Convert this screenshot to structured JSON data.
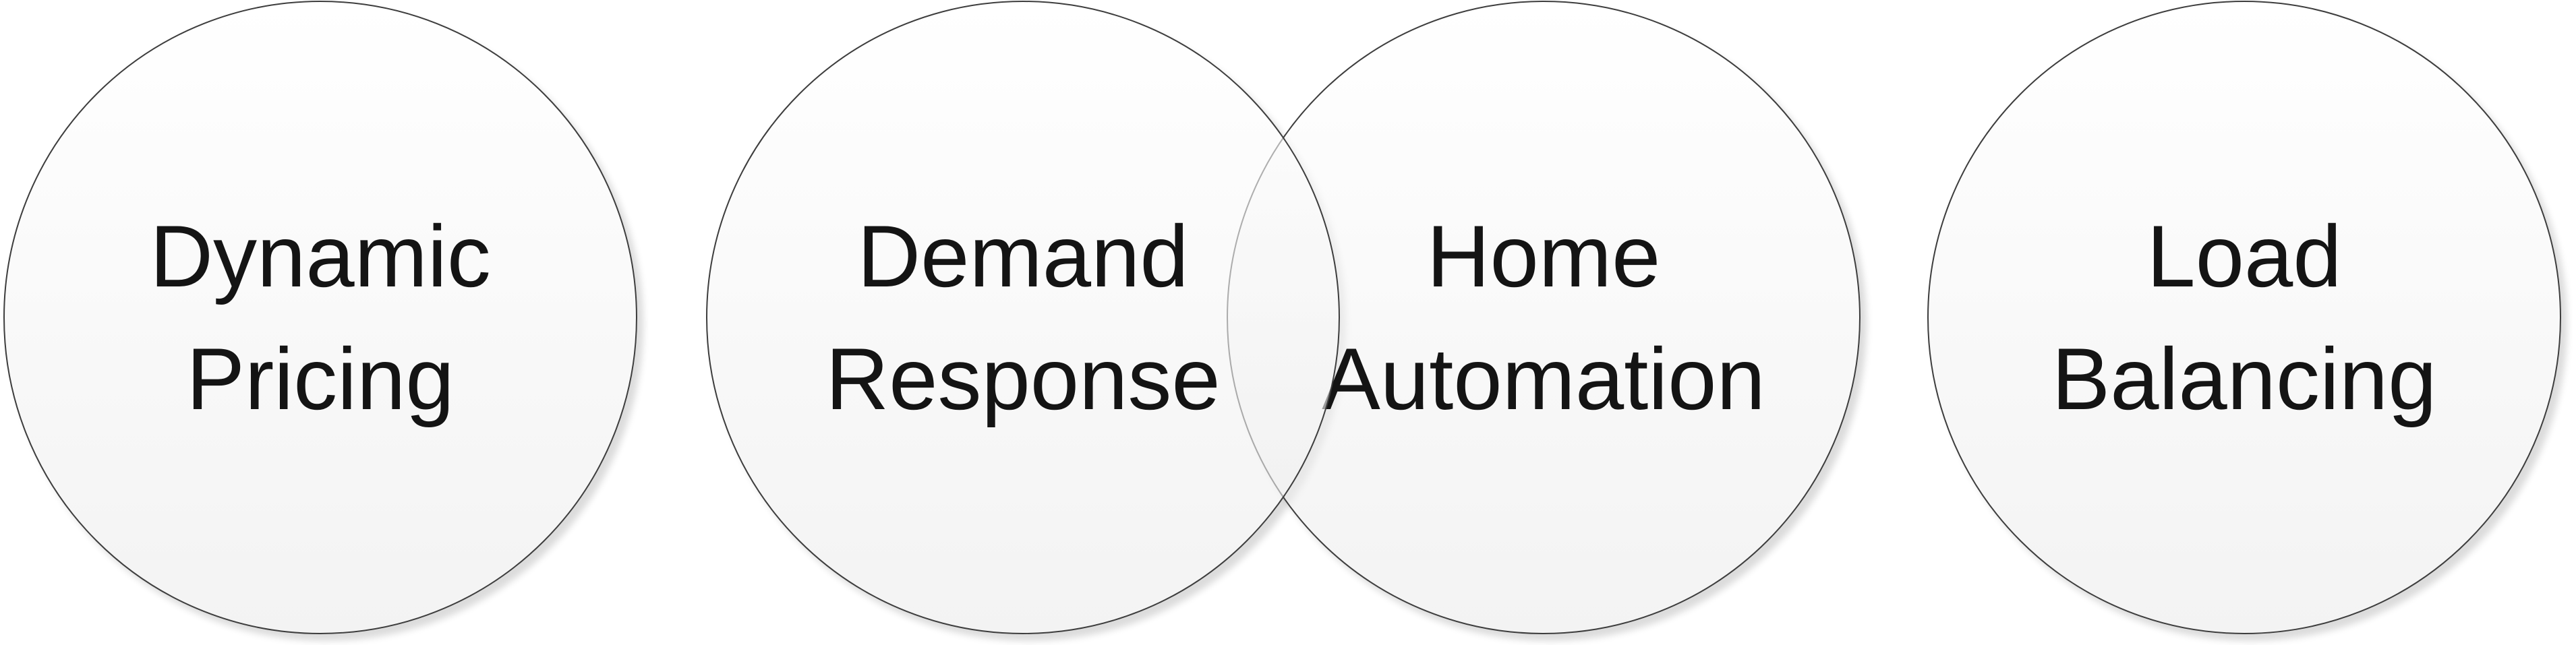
{
  "diagram": {
    "type": "overlapping-circles",
    "description": "Four circle nodes; the two middle circles (Demand Response, Home Automation) overlap",
    "circles": [
      {
        "name": "dynamic-pricing",
        "line1": "Dynamic",
        "line2": "Pricing"
      },
      {
        "name": "demand-response",
        "line1": "Demand",
        "line2": "Response"
      },
      {
        "name": "home-automation",
        "line1": "Home",
        "line2": "Automation"
      },
      {
        "name": "load-balancing",
        "line1": "Load",
        "line2": "Balancing"
      }
    ]
  },
  "style": {
    "background": "#ffffff",
    "border_color": "#3d3d3d",
    "overlapped_border_color": "#a8a8a8",
    "fill_top": "#ffffff",
    "fill_bottom": "#ebebeb",
    "text_color": "#141414",
    "shadow_color": "rgba(0,0,0,0.14)"
  }
}
